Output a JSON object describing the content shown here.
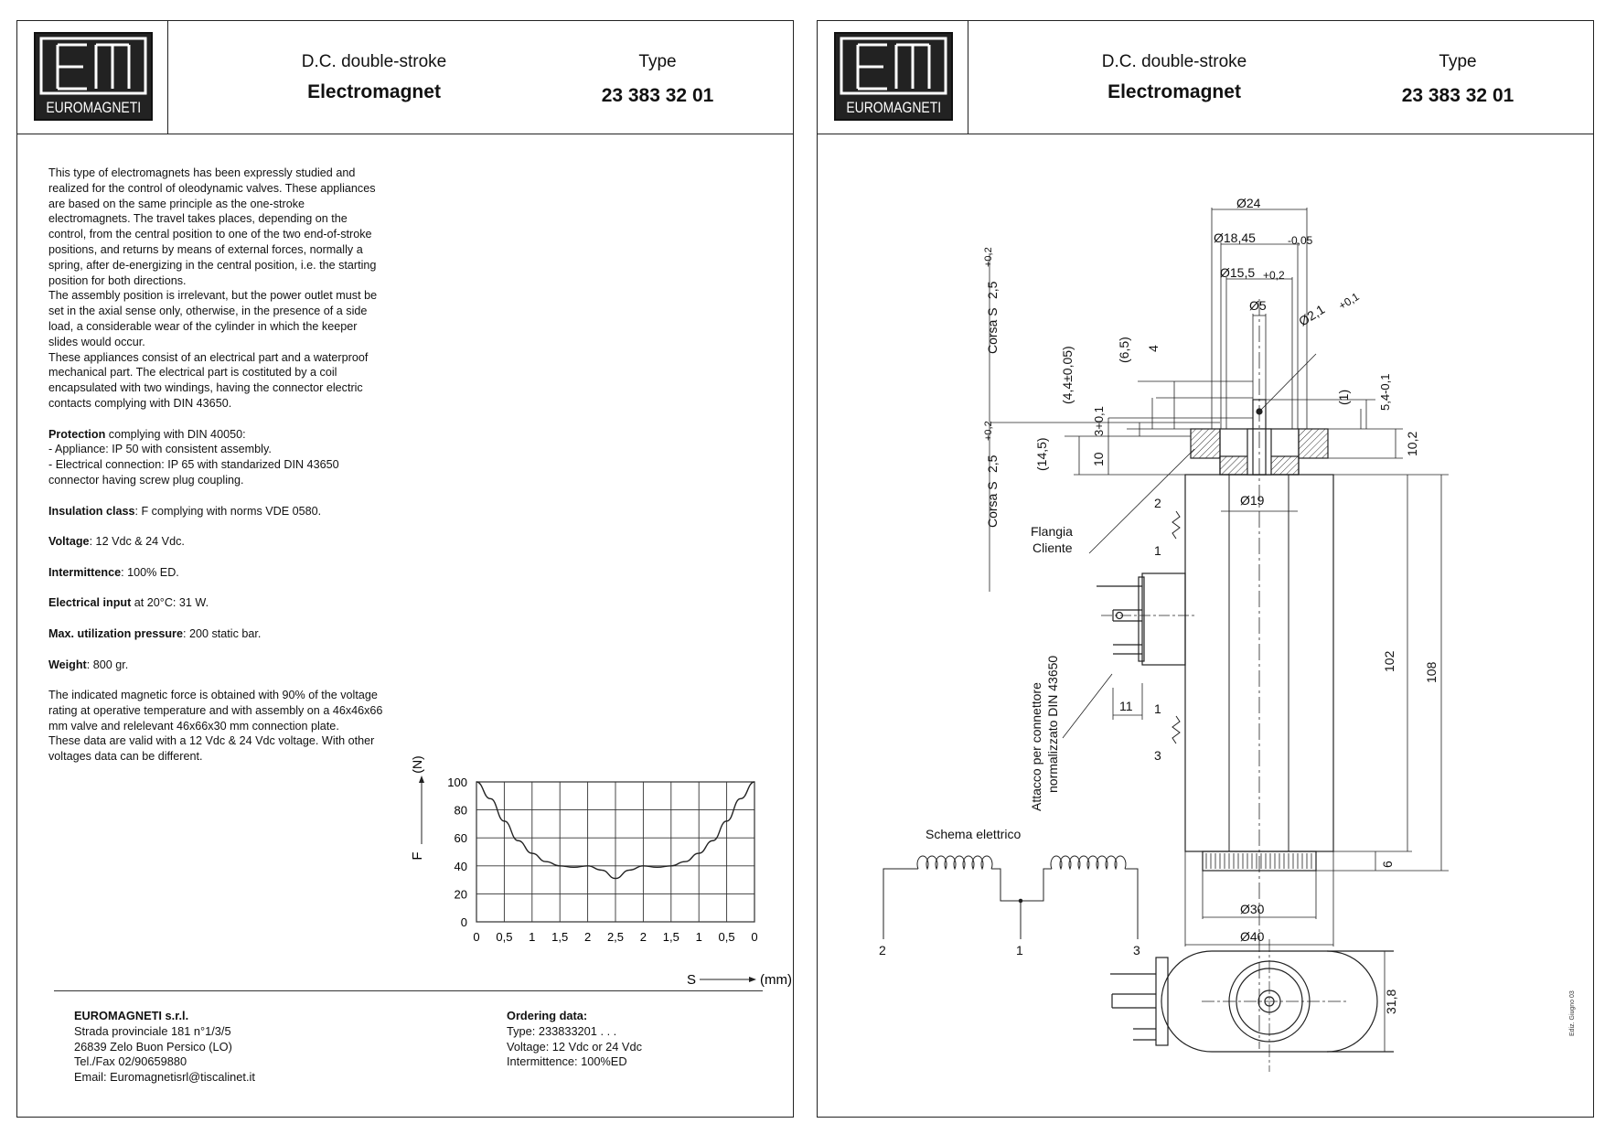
{
  "header": {
    "logo_text": "EUROMAGNETI",
    "subtitle": "D.C. double-stroke",
    "title": "Electromagnet",
    "type_label": "Type",
    "type_code": "23 383 32 01"
  },
  "description": {
    "intro": "This type of electromagnets has been expressly studied and realized for the control of oleodynamic valves. These appliances are based on the same principle as the one-stroke electromagnets. The travel takes places, depending on the control, from the central position to one of the two end-of-stroke positions, and returns by means of external forces, normally a spring, after de-energizing in the central position, i.e. the starting position for both directions.",
    "assembly": "The assembly position is irrelevant, but the power outlet must be set in the axial sense only, otherwise, in the presence of a side load, a considerable wear of the cylinder in which the keeper slides would occur.",
    "parts": "These appliances consist of an electrical part and a waterproof mechanical part. The electrical part is costituted by a coil encapsulated with two windings, having the connector electric contacts complying with DIN 43650."
  },
  "specs": {
    "protection_label": "Protection",
    "protection_text": "complying with DIN 40050:",
    "protection_line1": "- Appliance: IP 50 with consistent assembly.",
    "protection_line2": "- Electrical connection: IP 65 with standarized DIN 43650 connector having screw plug coupling.",
    "insulation_label": "Insulation class",
    "insulation_text": ": F complying with norms VDE 0580.",
    "voltage_label": "Voltage",
    "voltage_text": ": 12 Vdc & 24 Vdc.",
    "intermittence_label": "Intermittence",
    "intermittence_text": ": 100% ED.",
    "input_label": "Electrical input",
    "input_text": "at 20°C: 31 W.",
    "pressure_label": "Max. utilization pressure",
    "pressure_text": ": 200 static bar.",
    "weight_label": "Weight",
    "weight_text": ": 800 gr.",
    "note": "The indicated magnetic force is obtained with 90% of the voltage rating at operative temperature and with assembly on a 46x46x66 mm valve and relelevant 46x66x30 mm connection plate.",
    "note2": "These data are valid with a 12 Vdc & 24 Vdc voltage. With other voltages data can be different."
  },
  "chart_data": {
    "type": "line",
    "title": "",
    "xlabel": "S",
    "xunit": "(mm)",
    "ylabel": "F",
    "yunit": "(N)",
    "x_tick_labels": [
      "0",
      "0,5",
      "1",
      "1,5",
      "2",
      "2,5",
      "2",
      "1,5",
      "1",
      "0,5",
      "0"
    ],
    "y_ticks": [
      0,
      20,
      40,
      60,
      80,
      100
    ],
    "ylim": [
      0,
      100
    ],
    "grid": true,
    "series": [
      {
        "x_position": [
          0,
          0.25,
          0.5,
          0.75,
          1.0,
          1.25,
          1.5,
          1.75,
          2.0,
          2.25,
          2.5,
          2.75,
          3.0,
          3.25,
          3.5,
          3.75,
          4.0,
          4.25,
          4.5,
          4.75,
          5.0
        ],
        "values": [
          100,
          88,
          72,
          58,
          49,
          43,
          40,
          39,
          40,
          37,
          31,
          37,
          40,
          39,
          40,
          43,
          49,
          58,
          72,
          88,
          100
        ]
      }
    ]
  },
  "footer": {
    "company_name": "EUROMAGNETI s.r.l.",
    "address1": "Strada provinciale 181 n°1/3/5",
    "address2": "26839 Zelo Buon Persico (LO)",
    "phone": "Tel./Fax 02/90659880",
    "email": "Email: Euromagnetisrl@tiscalinet.it",
    "order_title": "Ordering data:",
    "order_type": "Type: 233833201 . . .",
    "order_voltage": "Voltage: 12 Vdc or 24 Vdc",
    "order_intermittence": "Intermittence: 100%ED"
  },
  "drawing": {
    "d24": "Ø24",
    "d18": "Ø18,45",
    "d18_tol": "-0,05",
    "d15": "Ø15,5",
    "d15_tol": "+0,2",
    "d5": "Ø5",
    "d21": "Ø2,1",
    "d21_tol": "+0,1",
    "d19": "Ø19",
    "d30": "Ø30",
    "d40": "Ø40",
    "corsa_label": "Corsa S",
    "corsa_value": "2,5",
    "corsa_tol": "+0,2",
    "dim_44": "(4,4±0,05)",
    "dim_65": "(6,5)",
    "dim_4": "4",
    "dim_3": "3+0,1",
    "dim_145": "(14,5)",
    "dim_10": "10",
    "dim_1": "(1)",
    "dim_54": "5,4-0,1",
    "dim_102b": "10,2",
    "dim_102": "102",
    "dim_108": "108",
    "dim_6": "6",
    "dim_11": "11",
    "dim_318": "31,8",
    "flangia1": "Flangia",
    "flangia2": "Cliente",
    "attacco1": "Attacco per connettore",
    "attacco2": "normalizzato DIN 43650",
    "schema_title": "Schema elettrico",
    "pin1": "1",
    "pin2": "2",
    "pin3": "3",
    "edition": "Ediz. Giugno 03"
  }
}
